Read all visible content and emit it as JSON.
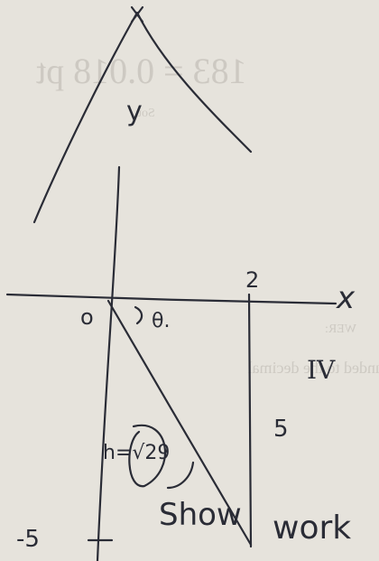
{
  "sketch": {
    "y_axis_label": "y",
    "x_axis_label": "x",
    "origin_label": "o",
    "angle_label": "θ.",
    "x_tick_label": "2",
    "quadrant_label": "IV",
    "side_label": "5",
    "hypotenuse_label": "h=√29",
    "y_tick_label": "-5",
    "note_line1": "Show",
    "note_line2": "work"
  },
  "bleed_through": {
    "top_line": "183 = 0.018 pt",
    "small_line": "Sou",
    "mid_line": "WER:",
    "bottom_line": "rounded to the decimal"
  }
}
